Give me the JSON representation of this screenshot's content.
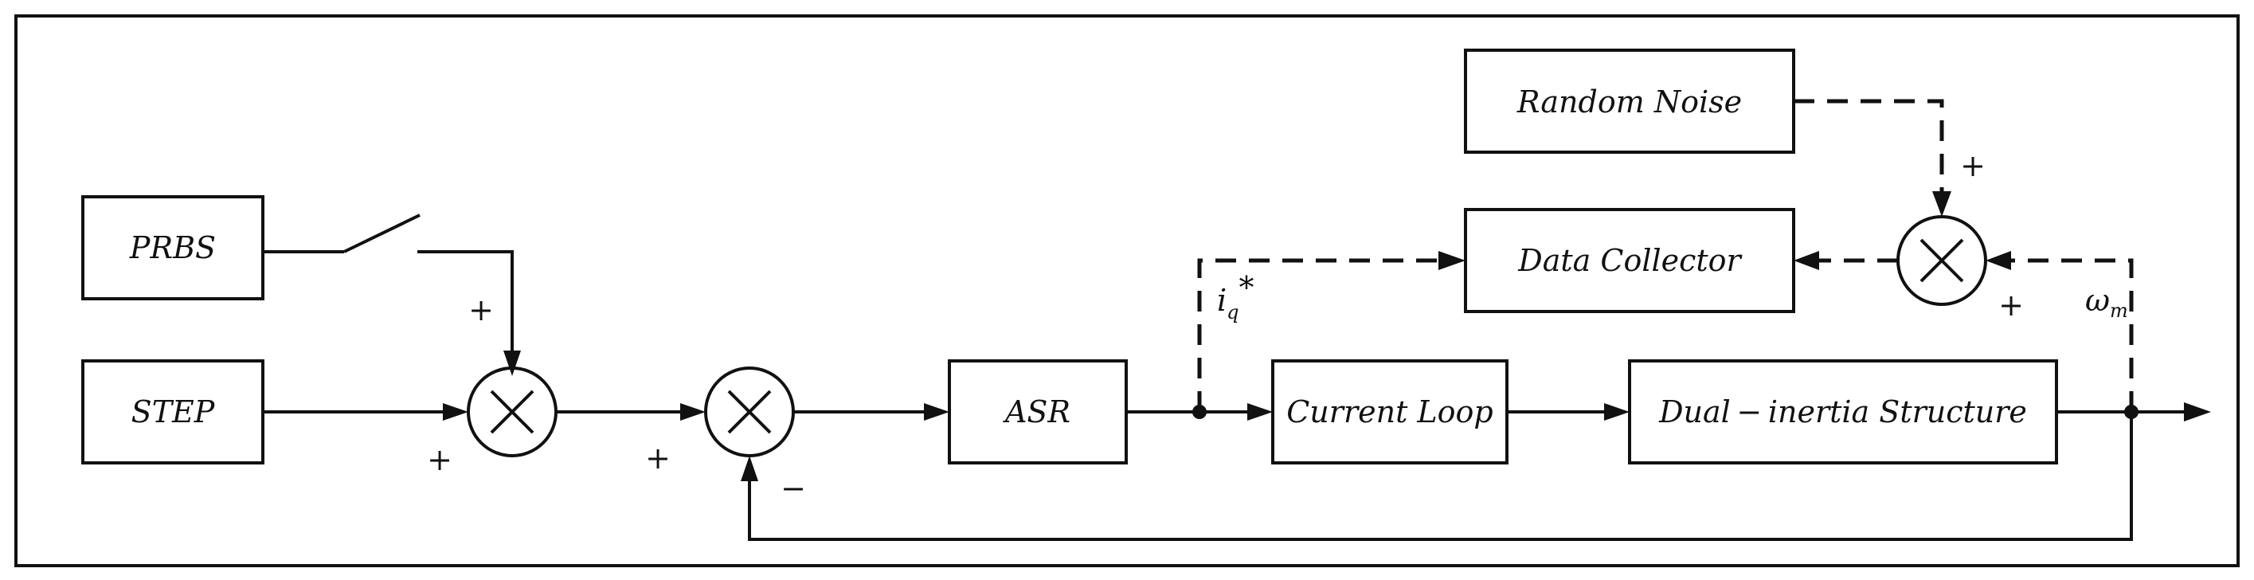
{
  "blocks": {
    "random_noise": "Random Noise",
    "prbs": "PRBS",
    "data_collector": "Data Collector",
    "step": "STEP",
    "asr": "ASR",
    "current_loop": "Current Loop",
    "dual_inertia": "Dual − inertia Structure"
  },
  "signals": {
    "iq_base": "i",
    "iq_sub": "q",
    "iq_sup": "*",
    "wm_base": "ω",
    "wm_sub": "m"
  },
  "signs": {
    "plus": "+",
    "minus": "−"
  }
}
